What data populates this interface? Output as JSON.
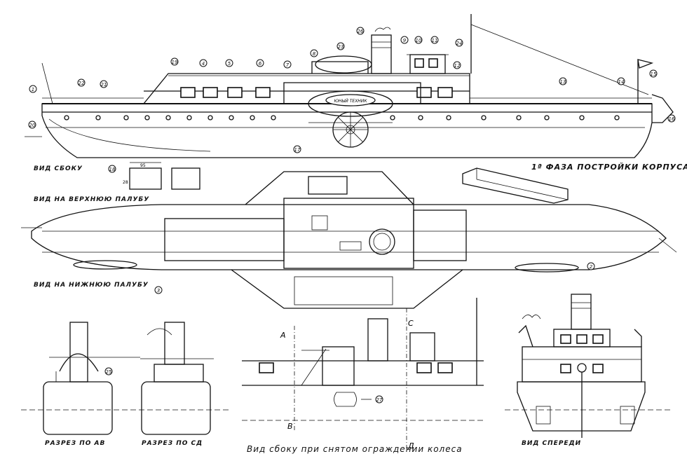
{
  "labels": {
    "side_view": "ВИД  СБОКУ",
    "upper_deck_view": "ВИД  НА  ВЕРХНЮЮ  ПАЛУБУ",
    "lower_deck_view": "ВИД  НА  НИЖНЮЮ  ПАЛУБУ",
    "phase": "1ª  ФАЗА  ПОСТРОЙКИ  КОРПУСА",
    "section_ab": "РАЗРЕЗ  ПО АВ",
    "section_cd": "РАЗРЕЗ  ПО СД",
    "side_view_no_guard": "Вид сбоку  при снятом  ограждении  колеса",
    "front_view": "ВИД  СПЕРЕДИ",
    "ship_name": "ЮНЫЙ ТЕХНИК",
    "letter_a": "А",
    "letter_c": "С",
    "letter_b": "В",
    "letter_d": "Д",
    "dim_top": "95",
    "dim_side": "28"
  },
  "callouts": [
    {
      "n": "1"
    },
    {
      "n": "2"
    },
    {
      "n": "3"
    },
    {
      "n": "4"
    },
    {
      "n": "5"
    },
    {
      "n": "6"
    },
    {
      "n": "7"
    },
    {
      "n": "8"
    },
    {
      "n": "9"
    },
    {
      "n": "10"
    },
    {
      "n": "11"
    },
    {
      "n": "12"
    },
    {
      "n": "13"
    },
    {
      "n": "14"
    },
    {
      "n": "15"
    },
    {
      "n": "16"
    },
    {
      "n": "17"
    },
    {
      "n": "18"
    },
    {
      "n": "19"
    },
    {
      "n": "20"
    },
    {
      "n": "21"
    },
    {
      "n": "22"
    },
    {
      "n": "23"
    },
    {
      "n": "24"
    },
    {
      "n": "25"
    },
    {
      "n": "26"
    },
    {
      "n": "27"
    }
  ]
}
